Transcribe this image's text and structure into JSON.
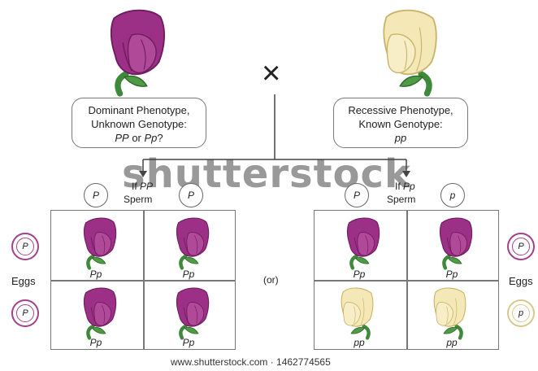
{
  "left_parent": {
    "line1": "Dominant Phenotype,",
    "line2": "Unknown Genotype:",
    "line3_a": "PP",
    "line3_mid": " or ",
    "line3_b": "Pp",
    "line3_end": "?"
  },
  "right_parent": {
    "line1": "Recessive Phenotype,",
    "line2": "Known Genotype:",
    "line3": "pp"
  },
  "cross_symbol": "×",
  "left_cross": {
    "if_label": "If ",
    "genotype": "PP",
    "sperm_label": "Sperm",
    "sperm_gametes": [
      "P",
      "P"
    ],
    "egg_gametes": [
      "P",
      "P"
    ],
    "offspring": [
      "Pp",
      "Pp",
      "Pp",
      "Pp"
    ]
  },
  "right_cross": {
    "if_label": "If ",
    "genotype": "Pp",
    "sperm_label": "Sperm",
    "sperm_gametes": [
      "P",
      "p"
    ],
    "egg_gametes": [
      "P",
      "p"
    ],
    "offspring": [
      "Pp",
      "Pp",
      "pp",
      "pp"
    ]
  },
  "eggs_label": "Eggs",
  "or_label": "(or)",
  "watermark": "shutterstock",
  "footer": "www.shutterstock.com · 1462774565",
  "colors": {
    "purple": "#9c2f86",
    "purple_dark": "#6e1c5e",
    "cream": "#f3e8b6",
    "cream_dark": "#c9b46a",
    "stem": "#3f8a3a"
  }
}
